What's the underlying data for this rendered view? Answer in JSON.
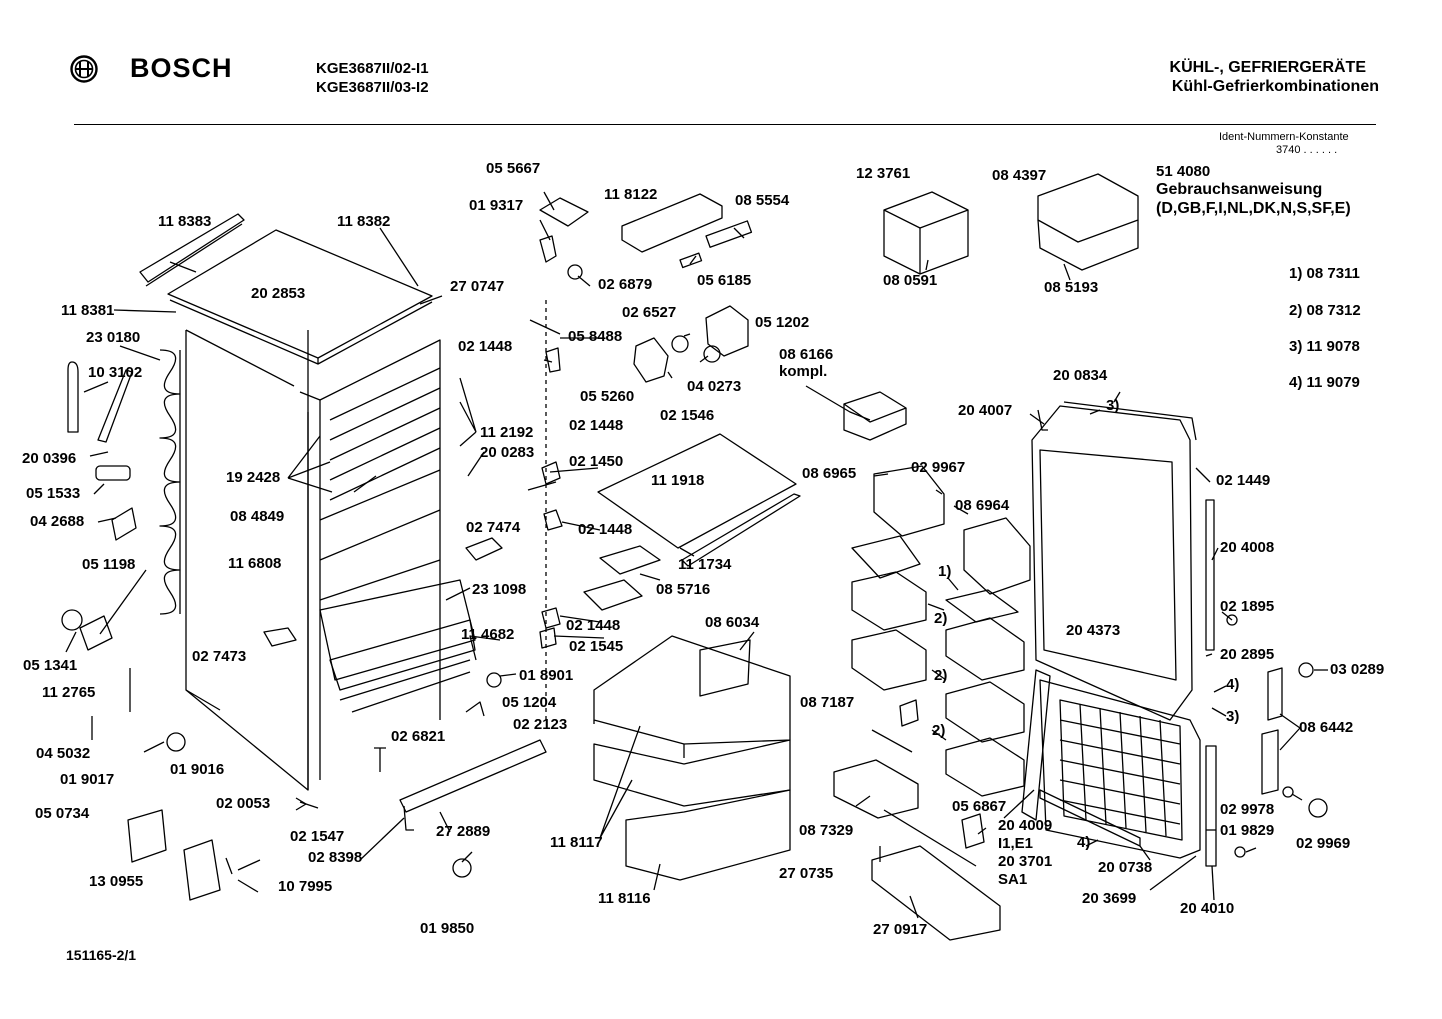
{
  "header": {
    "brand": "BOSCH",
    "models": [
      "KGE3687II/02-I1",
      "KGE3687II/03-I2"
    ],
    "category": "KÜHL-, GEFRIERGERÄTE",
    "subcategory": "Kühl-Gefrierkombinationen",
    "ident_label": "Ident-Nummern-Konstante",
    "ident_value": "3740  . .   . . . ."
  },
  "manual": {
    "number": "51 4080",
    "title": "Gebrauchsanweisung",
    "languages": "(D,GB,F,I,NL,DK,N,S,SF,E)"
  },
  "notes": [
    "1) 08 7311",
    "2) 08 7312",
    "3) 11 9078",
    "4) 11 9079"
  ],
  "footer": {
    "drawing_no": "151165-2/1"
  },
  "parts": [
    "11 8383",
    "11 8382",
    "20 2853",
    "27 0747",
    "11 8381",
    "23 0180",
    "10 3102",
    "20 0396",
    "05 1533",
    "04 2688",
    "05 1198",
    "05 1341",
    "11 2765",
    "04 5032",
    "01 9017",
    "01 9016",
    "05 0734",
    "13 0955",
    "10 7995",
    "02 0053",
    "02 1547",
    "02 8398",
    "01 9850",
    "27 2889",
    "02 6821",
    "05 1204",
    "02 2123",
    "01 8901",
    "11 4682",
    "02 1545",
    "02 1448",
    "23 1098",
    "02 7473",
    "11 6808",
    "08 4849",
    "19 2428",
    "20 0283",
    "11 2192",
    "02 7474",
    "05 5667",
    "01 9317",
    "11 8122",
    "08 5554",
    "02 6879",
    "05 6185",
    "02 6527",
    "05 1202",
    "05 8488",
    "02 1448",
    "05 5260",
    "04 0273",
    "02 1546",
    "02 1448",
    "02 1450",
    "11 1918",
    "02 1448",
    "11 1734",
    "08 5716",
    "08 6034",
    "11 8117",
    "11 8116",
    "12 3761",
    "08 0591",
    "08 4397",
    "08 5193",
    "08 6166",
    "kompl.",
    "08 6965",
    "02 9967",
    "08 6964",
    "08 7187",
    "08 7329",
    "27 0735",
    "27 0917",
    "05 6867",
    "20 4009",
    "I1,E1",
    "20 3701",
    "SA1",
    "20 0834",
    "20 4007",
    "02 1449",
    "20 4008",
    "02 1895",
    "20 4373",
    "20 2895",
    "03 0289",
    "08 6442",
    "02 9978",
    "01 9829",
    "02 9969",
    "20 0738",
    "20 3699",
    "20 4010",
    "1)",
    "2)",
    "2)",
    "2)",
    "3)",
    "4)",
    "3)",
    "4)",
    "1)"
  ]
}
